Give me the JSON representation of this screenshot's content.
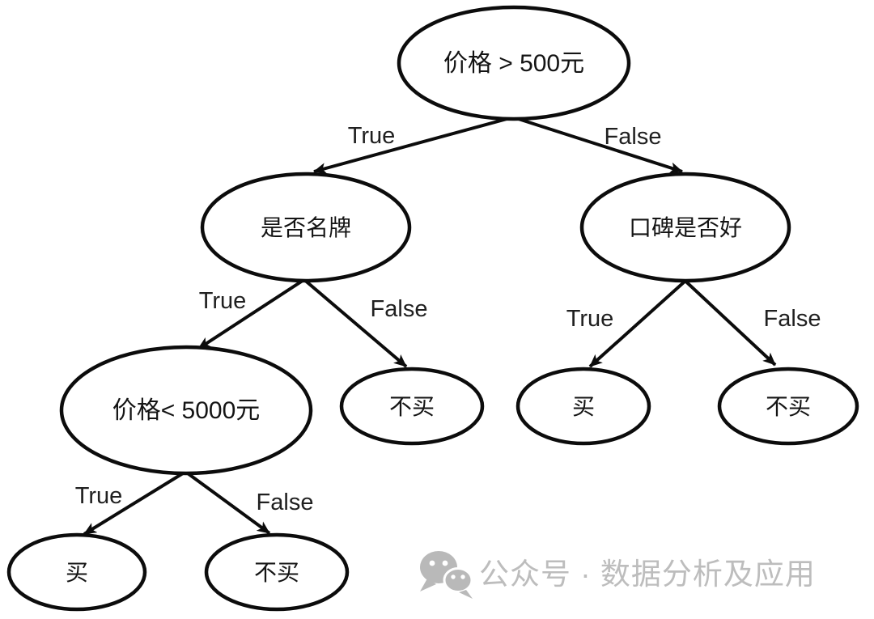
{
  "diagram": {
    "type": "decision-tree",
    "nodes": {
      "price500": {
        "label": "价格 > 500元"
      },
      "brand": {
        "label": "是否名牌"
      },
      "reputation": {
        "label": "口碑是否好"
      },
      "price5000": {
        "label": "价格< 5000元"
      },
      "leaf_brand_false": {
        "label": "不买"
      },
      "leaf_rep_true": {
        "label": "买"
      },
      "leaf_rep_false": {
        "label": "不买"
      },
      "leaf_price_true": {
        "label": "买"
      },
      "leaf_price_false": {
        "label": "不买"
      }
    },
    "edges": {
      "price500_true": {
        "label": "True"
      },
      "price500_false": {
        "label": "False"
      },
      "brand_true": {
        "label": "True"
      },
      "brand_false": {
        "label": "False"
      },
      "reputation_true": {
        "label": "True"
      },
      "reputation_false": {
        "label": "False"
      },
      "price5000_true": {
        "label": "True"
      },
      "price5000_false": {
        "label": "False"
      }
    },
    "logic": [
      {
        "from": "价格 > 500元",
        "condition": "True",
        "to": "是否名牌"
      },
      {
        "from": "价格 > 500元",
        "condition": "False",
        "to": "口碑是否好"
      },
      {
        "from": "是否名牌",
        "condition": "True",
        "to": "价格< 5000元"
      },
      {
        "from": "是否名牌",
        "condition": "False",
        "to": "不买"
      },
      {
        "from": "口碑是否好",
        "condition": "True",
        "to": "买"
      },
      {
        "from": "口碑是否好",
        "condition": "False",
        "to": "不买"
      },
      {
        "from": "价格< 5000元",
        "condition": "True",
        "to": "买"
      },
      {
        "from": "价格< 5000元",
        "condition": "False",
        "to": "不买"
      }
    ],
    "colors": {
      "line": "#0c0c0c",
      "node_text": "#141414",
      "edge_label_text": "#202020",
      "watermark": "#bdbdbd"
    }
  },
  "watermark": {
    "icon": "wechat-icon",
    "text": "公众号 · 数据分析及应用"
  }
}
